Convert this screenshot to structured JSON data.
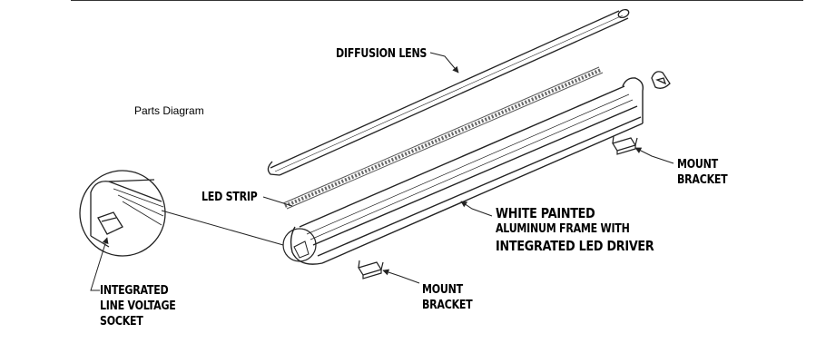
{
  "title": "Parts Diagram",
  "labels": {
    "diffusion_lens": "DIFFUSION LENS",
    "led_strip": "LED STRIP",
    "frame_line1": "WHITE PAINTED",
    "frame_line2": "ALUMINUM FRAME WITH",
    "frame_line3": "INTEGRATED LED DRIVER",
    "mount_bracket_right_line1": "MOUNT",
    "mount_bracket_right_line2": "BRACKET",
    "mount_bracket_bottom_line1": "MOUNT",
    "mount_bracket_bottom_line2": "BRACKET",
    "socket_line1": "INTEGRATED",
    "socket_line2": "LINE VOLTAGE",
    "socket_line3": "SOCKET"
  },
  "colors": {
    "line": "#222222",
    "strip": "#555555",
    "background": "#ffffff"
  }
}
